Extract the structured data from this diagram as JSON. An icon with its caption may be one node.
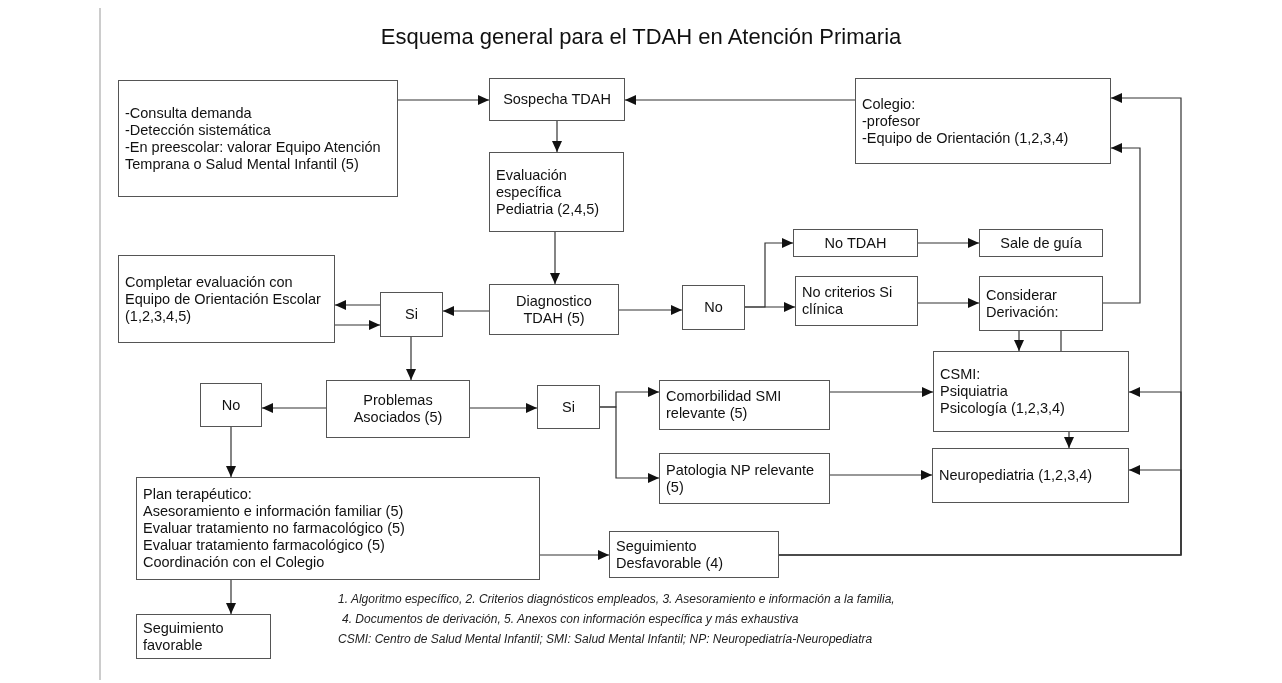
{
  "diagram": {
    "title": "Esquema general para el TDAH en Atención Primaria",
    "nodes": [
      {
        "text": [
          "-Consulta demanda",
          "-Detección sistemática",
          "-En preescolar:  valorar Equipo Atención Temprana o Salud Mental Infantil  (5)"
        ]
      },
      {
        "text": [
          "Sospecha TDAH"
        ]
      },
      {
        "text": [
          "Colegio:",
          "-profesor",
          "-Equipo de Orientación (1,2,3,4)"
        ]
      },
      {
        "text": [
          "Evaluación específica Pediatria (2,4,5)"
        ]
      },
      {
        "text": [
          "No TDAH"
        ]
      },
      {
        "text": [
          "Sale de guía"
        ]
      },
      {
        "text": [
          "Completar evaluación con Equipo de Orientación Escolar (1,2,3,4,5)"
        ]
      },
      {
        "text": [
          "Si"
        ]
      },
      {
        "text": [
          "Diagnostico TDAH (5)"
        ]
      },
      {
        "text": [
          "No"
        ]
      },
      {
        "text": [
          "No criterios Si clínica"
        ]
      },
      {
        "text": [
          "Considerar Derivación:"
        ]
      },
      {
        "text": [
          "CSMI:",
          "Psiquiatria",
          "Psicología (1,2,3,4)"
        ]
      },
      {
        "text": [
          "No"
        ]
      },
      {
        "text": [
          "Problemas Asociados (5)"
        ]
      },
      {
        "text": [
          "Si"
        ]
      },
      {
        "text": [
          "Comorbilidad SMI relevante (5)"
        ]
      },
      {
        "text": [
          "Patologia NP relevante (5)"
        ]
      },
      {
        "text": [
          "Neuropediatria (1,2,3,4)"
        ]
      },
      {
        "text": [
          "Plan terapéutico:",
          "Asesoramiento e información familiar (5)",
          "Evaluar tratamiento no farmacológico (5)",
          "Evaluar tratamiento farmacológico (5)",
          "Coordinación con el Colegio"
        ]
      },
      {
        "text": [
          "Seguimiento Desfavorable (4)"
        ]
      },
      {
        "text": [
          "Seguimiento favorable"
        ]
      }
    ],
    "edges": [
      {
        "from": 0,
        "to": 1,
        "arrow": "to"
      },
      {
        "from": 2,
        "to": 1,
        "arrow": "to"
      },
      {
        "from": 1,
        "to": 3,
        "arrow": "to"
      },
      {
        "from": 3,
        "to": 8,
        "arrow": "to"
      },
      {
        "from": 8,
        "to": 7,
        "arrow": "to"
      },
      {
        "from": 7,
        "to": 6,
        "arrow": "to"
      },
      {
        "from": 6,
        "to": 7,
        "arrow": "to"
      },
      {
        "from": 8,
        "to": 9,
        "arrow": "to"
      },
      {
        "from": 9,
        "to": 4,
        "arrow": "to"
      },
      {
        "from": 9,
        "to": 10,
        "arrow": "to"
      },
      {
        "from": 4,
        "to": 5,
        "arrow": "to"
      },
      {
        "from": 10,
        "to": 11,
        "arrow": "to"
      },
      {
        "from": 11,
        "to": 2,
        "arrow": "to"
      },
      {
        "from": 11,
        "to": 12,
        "arrow": "to"
      },
      {
        "from": 11,
        "to": 12,
        "arrow": "none"
      },
      {
        "from": 12,
        "to": 18,
        "arrow": "to"
      },
      {
        "from": 7,
        "to": 14,
        "arrow": "to"
      },
      {
        "from": 14,
        "to": 13,
        "arrow": "to"
      },
      {
        "from": 14,
        "to": 15,
        "arrow": "to"
      },
      {
        "from": 15,
        "to": 16,
        "arrow": "to"
      },
      {
        "from": 15,
        "to": 17,
        "arrow": "to"
      },
      {
        "from": 16,
        "to": 12,
        "arrow": "to"
      },
      {
        "from": 17,
        "to": 18,
        "arrow": "to"
      },
      {
        "from": 13,
        "to": 19,
        "arrow": "to"
      },
      {
        "from": 19,
        "to": 21,
        "arrow": "to"
      },
      {
        "from": 19,
        "to": 20,
        "arrow": "to"
      },
      {
        "from": 20,
        "to": 2,
        "arrow": "to"
      },
      {
        "from": 20,
        "to": 12,
        "arrow": "to"
      },
      {
        "from": 20,
        "to": 18,
        "arrow": "to"
      }
    ],
    "labels": [
      "1. Algoritmo específico, 2. Criterios diagnósticos empleados, 3. Asesoramiento e información a la familia,",
      "4. Documentos de derivación, 5. Anexos con información específica y más exhaustiva",
      "CSMI: Centro de Salud Mental Infantil; SMI: Salud Mental Infantil; NP: Neuropediatría-Neuropediatra"
    ]
  }
}
